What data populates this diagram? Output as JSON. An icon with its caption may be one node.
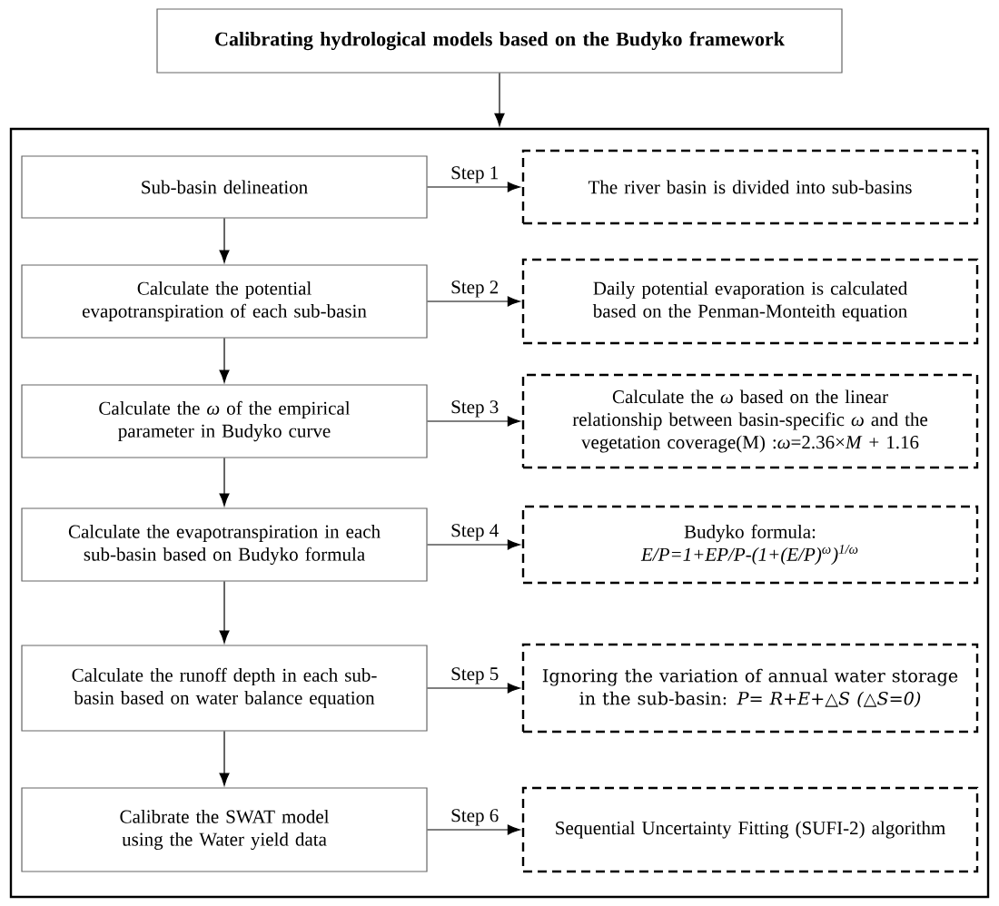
{
  "diagram": {
    "nodes": [
      {
        "text": [
          "Calibrating hydrological models based on the Budyko framework"
        ]
      },
      {
        "text": [],
        "shape": "box"
      },
      {
        "text": [
          "Sub-basin delineation"
        ],
        "in": 1
      },
      {
        "text": [
          "Calculate the potential evapotranspiration of each sub-basin"
        ],
        "in": 1
      },
      {
        "text": [
          "Calculate the *ω* of the empirical parameter in Budyko curve"
        ],
        "in": 1
      },
      {
        "text": [
          "Calculate the evapotranspiration in each sub-basin based on Budyko formula"
        ],
        "in": 1
      },
      {
        "text": [
          "Calculate the runoff depth in each sub-basin based on water balance equation"
        ],
        "in": 1
      },
      {
        "text": [
          "Calibrate the SWAT model using the Water yield data"
        ],
        "in": 1
      },
      {
        "text": [
          "The river basin is divided into sub-basins"
        ],
        "in": 1
      },
      {
        "text": [
          "Daily potential evaporation is calculated based on the Penman-Monteith equation"
        ],
        "in": 1
      },
      {
        "text": [
          "Calculate the *ω* based on the linear relationship between basin-specific *ω* and the vegetation coverage(M) :*ω*=2.36×*M* + 1.16"
        ],
        "in": 1
      },
      {
        "text": [
          "Budyko formula:",
          "E/P=1+EP/P-(1+(E/P)$^{ω}$)$^{1/ω}$"
        ],
        "in": 1
      },
      {
        "text": [
          "Ignoring the variation of annual water storage in the sub-basin: *P= R+E+△S (△S=0)*"
        ],
        "in": 1
      },
      {
        "text": [
          "Sequential Uncertainty Fitting (SUFI-2) algorithm"
        ],
        "in": 1
      }
    ],
    "edges": [
      {
        "from": 0,
        "to": 1,
        "arrow": "to"
      },
      {
        "from": 2,
        "to": 3,
        "arrow": "to"
      },
      {
        "from": 3,
        "to": 4,
        "arrow": "to"
      },
      {
        "from": 4,
        "to": 5,
        "arrow": "to"
      },
      {
        "from": 5,
        "to": 6,
        "arrow": "to"
      },
      {
        "from": 6,
        "to": 7,
        "arrow": "to"
      },
      {
        "from": 2,
        "to": 8,
        "arrow": "to",
        "label": "Step 1"
      },
      {
        "from": 3,
        "to": 9,
        "arrow": "to",
        "label": "Step 2"
      },
      {
        "from": 4,
        "to": 10,
        "arrow": "to",
        "label": "Step 3"
      },
      {
        "from": 5,
        "to": 11,
        "arrow": "to",
        "label": "Step 4"
      },
      {
        "from": 6,
        "to": 12,
        "arrow": "to",
        "label": "Step 5"
      },
      {
        "from": 7,
        "to": 13,
        "arrow": "to",
        "label": "Step 6"
      }
    ]
  }
}
